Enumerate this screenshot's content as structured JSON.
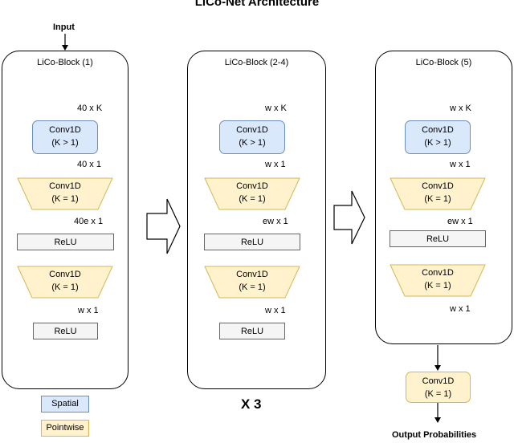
{
  "title": "LiCo-Net Architecture",
  "input_label": "Input",
  "output_label": "Output Probabilities",
  "repeat_label": "X 3",
  "legend": {
    "spatial": "Spatial",
    "pointwise": "Pointwise"
  },
  "colors": {
    "spatial_fill": "#dae8fc",
    "spatial_border": "#6c8ebf",
    "pointwise_fill": "#fff2cc",
    "pointwise_border": "#d6b656",
    "relu_fill": "#f5f5f5"
  },
  "blocks": [
    {
      "title": "LiCo-Block (1)",
      "conv": "Conv1D",
      "conv_k": "(K > 1)",
      "pw1": "Conv1D",
      "pw1_k": "(K = 1)",
      "relu1": "ReLU",
      "pw2": "Conv1D",
      "pw2_k": "(K = 1)",
      "relu2": "ReLU",
      "dims": [
        "40 x K",
        "40 x 1",
        "40e x 1",
        "w x 1"
      ]
    },
    {
      "title": "LiCo-Block (2-4)",
      "conv": "Conv1D",
      "conv_k": "(K > 1)",
      "pw1": "Conv1D",
      "pw1_k": "(K = 1)",
      "relu1": "ReLU",
      "pw2": "Conv1D",
      "pw2_k": "(K = 1)",
      "relu2": "ReLU",
      "dims": [
        "w x K",
        "w x 1",
        "ew x 1",
        "w x 1"
      ]
    },
    {
      "title": "LiCo-Block (5)",
      "conv": "Conv1D",
      "conv_k": "(K > 1)",
      "pw1": "Conv1D",
      "pw1_k": "(K = 1)",
      "relu1": "ReLU",
      "pw2": "Conv1D",
      "pw2_k": "(K = 1)",
      "dims": [
        "w x K",
        "w x 1",
        "ew x 1",
        "w x 1"
      ]
    }
  ],
  "final": {
    "label": "Conv1D",
    "k": "(K = 1)"
  }
}
